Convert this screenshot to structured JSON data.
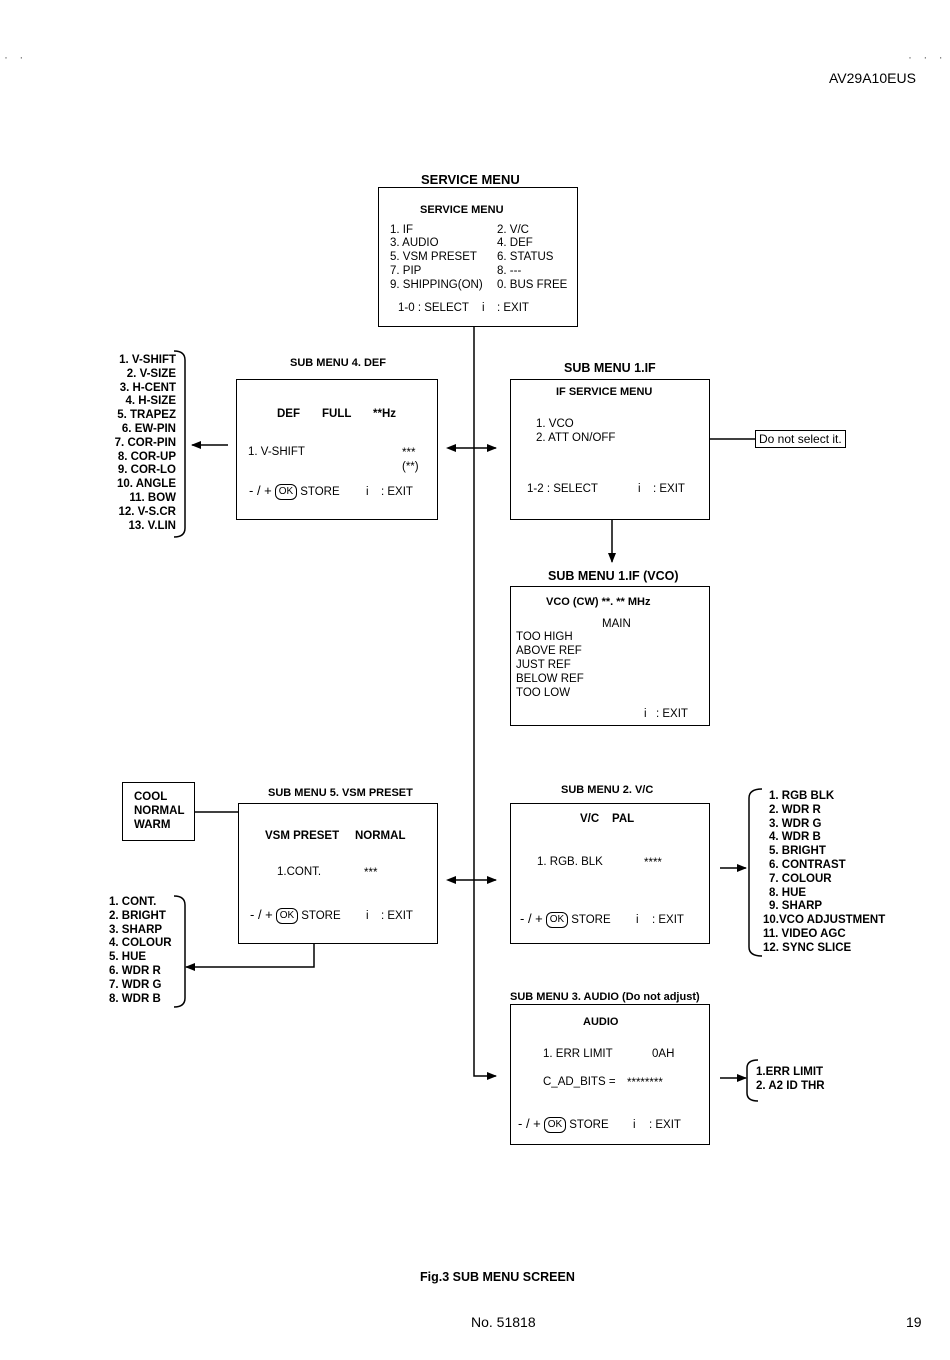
{
  "header": {
    "model": "AV29A10EUS"
  },
  "service_menu": {
    "caption": "SERVICE MENU",
    "title": "SERVICE MENU",
    "items": [
      "1. IF",
      "2. V/C",
      "3. AUDIO",
      "4. DEF",
      "5. VSM PRESET",
      "6. STATUS",
      "7. PIP",
      "8. ---",
      "9. SHIPPING(ON)",
      "0. BUS FREE"
    ],
    "footer_select": "1-0 : SELECT",
    "footer_i": "i",
    "footer_exit": ": EXIT"
  },
  "def_menu": {
    "caption": "SUB MENU 4. DEF",
    "def": "DEF",
    "full": "FULL",
    "hz": "**Hz",
    "item": "1. V-SHIFT",
    "value1": "***",
    "value2": "(**)",
    "adjust": "- / +",
    "ok": "OK",
    "store": "STORE",
    "i": "i",
    "exit": ": EXIT",
    "list": [
      "1. V-SHIFT",
      "2. V-SIZE",
      "3. H-CENT",
      "4. H-SIZE",
      "5. TRAPEZ",
      "6. EW-PIN",
      "7. COR-PIN",
      "8. COR-UP",
      "9. COR-LO",
      "10. ANGLE",
      "11. BOW",
      "12. V-S.CR",
      "13. V.LIN"
    ]
  },
  "if_menu": {
    "caption": "SUB MENU 1.IF",
    "title": "IF SERVICE MENU",
    "item1": "1. VCO",
    "item2": "2. ATT ON/OFF",
    "select": "1-2 : SELECT",
    "i": "i",
    "exit": ": EXIT",
    "note": "Do not select it."
  },
  "vco_menu": {
    "caption": "SUB MENU 1.IF (VCO)",
    "title": "VCO (CW) **. ** MHz",
    "main": "MAIN",
    "levels": [
      "TOO HIGH",
      "ABOVE REF",
      "JUST REF",
      "BELOW REF",
      "TOO LOW"
    ],
    "exit_i": "i",
    "exit": ": EXIT"
  },
  "vsm_menu": {
    "caption": "SUB MENU 5. VSM PRESET",
    "preset_label": "VSM PRESET",
    "preset_value": "NORMAL",
    "item": "1.CONT.",
    "value": "***",
    "adjust": "- / +",
    "ok": "OK",
    "store": "STORE",
    "i": "i",
    "exit": ": EXIT",
    "modes": [
      "COOL",
      "NORMAL",
      "WARM"
    ],
    "list": [
      "1. CONT.",
      "2. BRIGHT",
      "3. SHARP",
      "4. COLOUR",
      "5. HUE",
      "6. WDR R",
      "7. WDR G",
      "8. WDR B"
    ]
  },
  "vc_menu": {
    "caption": "SUB MENU 2. V/C",
    "vc": "V/C",
    "pal": "PAL",
    "item": "1. RGB. BLK",
    "value": "****",
    "adjust": "- / +",
    "ok": "OK",
    "store": "STORE",
    "i": "i",
    "exit": ": EXIT",
    "list": [
      "1. RGB BLK",
      "2. WDR R",
      "3. WDR G",
      "4. WDR B",
      "5. BRIGHT",
      "6. CONTRAST",
      "7. COLOUR",
      "8. HUE",
      "9. SHARP",
      "10.VCO ADJUSTMENT",
      "11. VIDEO AGC",
      "12. SYNC SLICE"
    ]
  },
  "audio_menu": {
    "caption": "SUB MENU 3. AUDIO (Do not adjust)",
    "title": "AUDIO",
    "item": "1. ERR LIMIT",
    "item_value": "0AH",
    "bits_label": "C_AD_BITS =",
    "bits_value": "********",
    "adjust": "- / +",
    "ok": "OK",
    "store": "STORE",
    "i": "i",
    "exit": ": EXIT",
    "list": [
      "1.ERR LIMIT",
      "2. A2 ID THR"
    ]
  },
  "footer": {
    "figure": "Fig.3 SUB MENU SCREEN",
    "doc_no": "No. 51818",
    "page": "19"
  }
}
